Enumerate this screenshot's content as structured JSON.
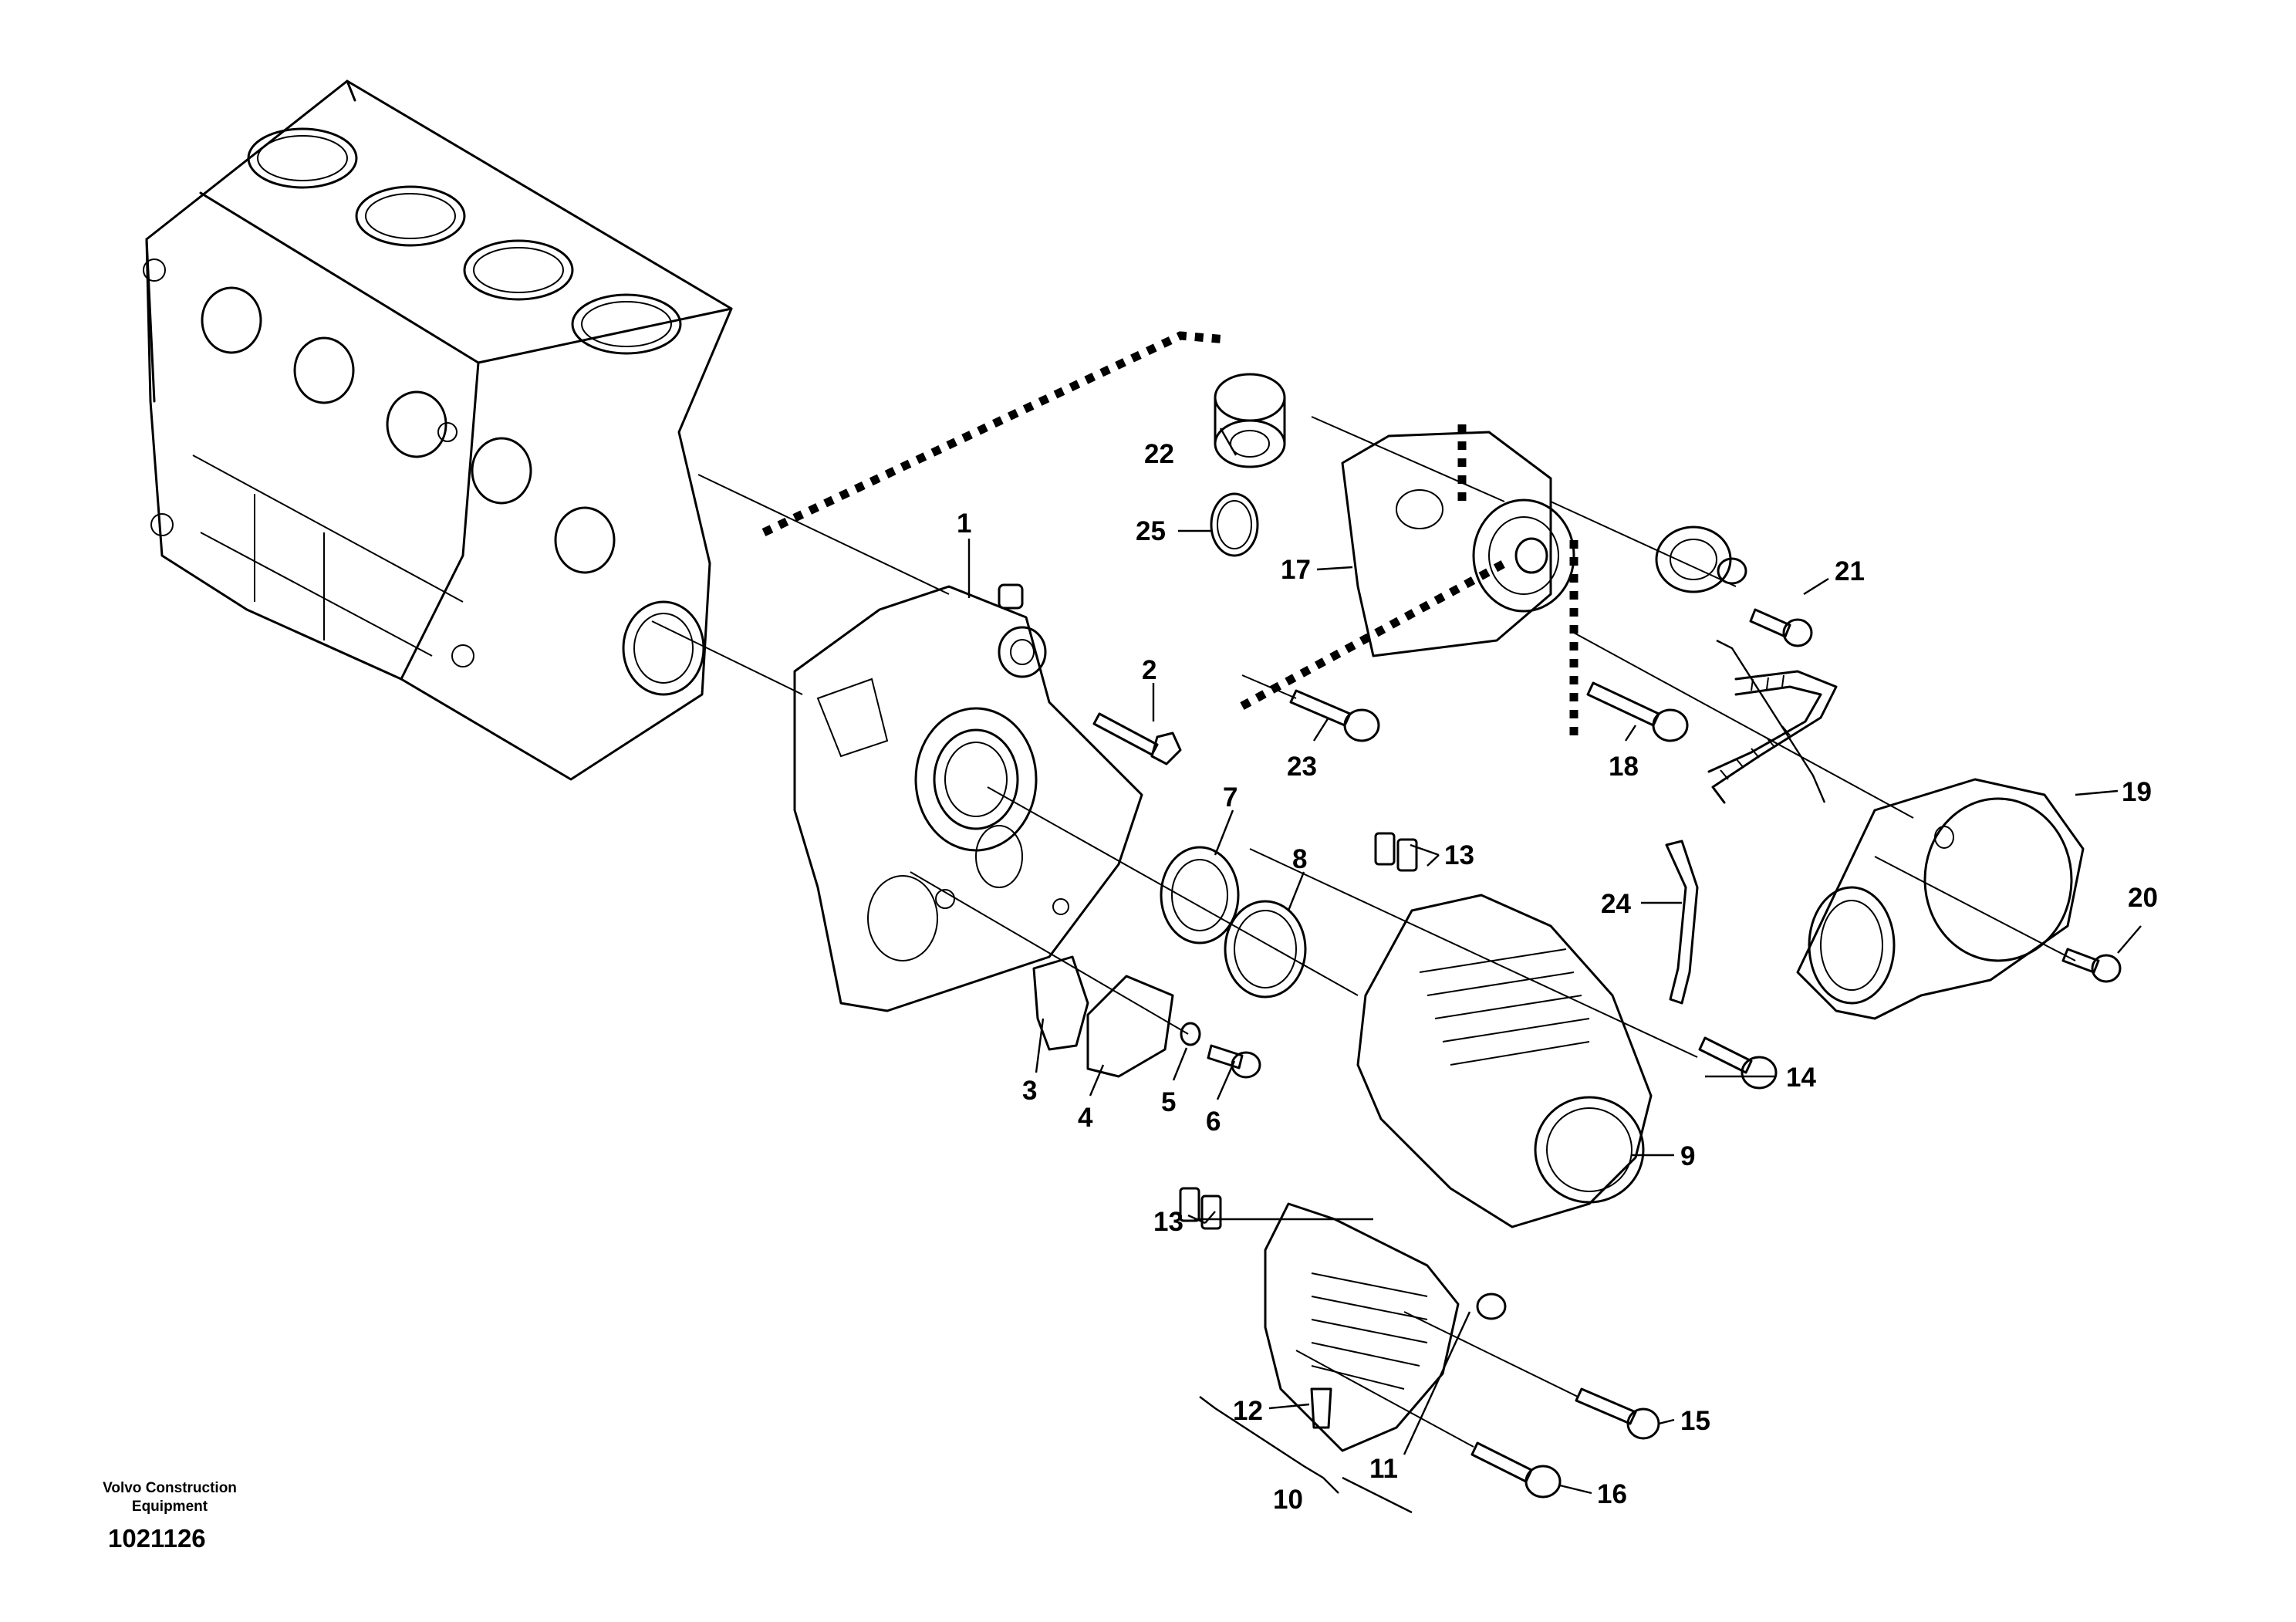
{
  "footer": {
    "company_line1": "Volvo Construction",
    "company_line2": "Equipment",
    "drawing_number": "1021126"
  },
  "callouts": {
    "p1": "1",
    "p2": "2",
    "p3": "3",
    "p4": "4",
    "p5": "5",
    "p6": "6",
    "p7": "7",
    "p8": "8",
    "p9": "9",
    "p10": "10",
    "p11": "11",
    "p12": "12",
    "p13a": "13",
    "p13b": "13",
    "p14": "14",
    "p15": "15",
    "p16": "16",
    "p17": "17",
    "p18": "18",
    "p19": "19",
    "p20": "20",
    "p21": "21",
    "p22": "22",
    "p23": "23",
    "p24": "24",
    "p25": "25"
  }
}
